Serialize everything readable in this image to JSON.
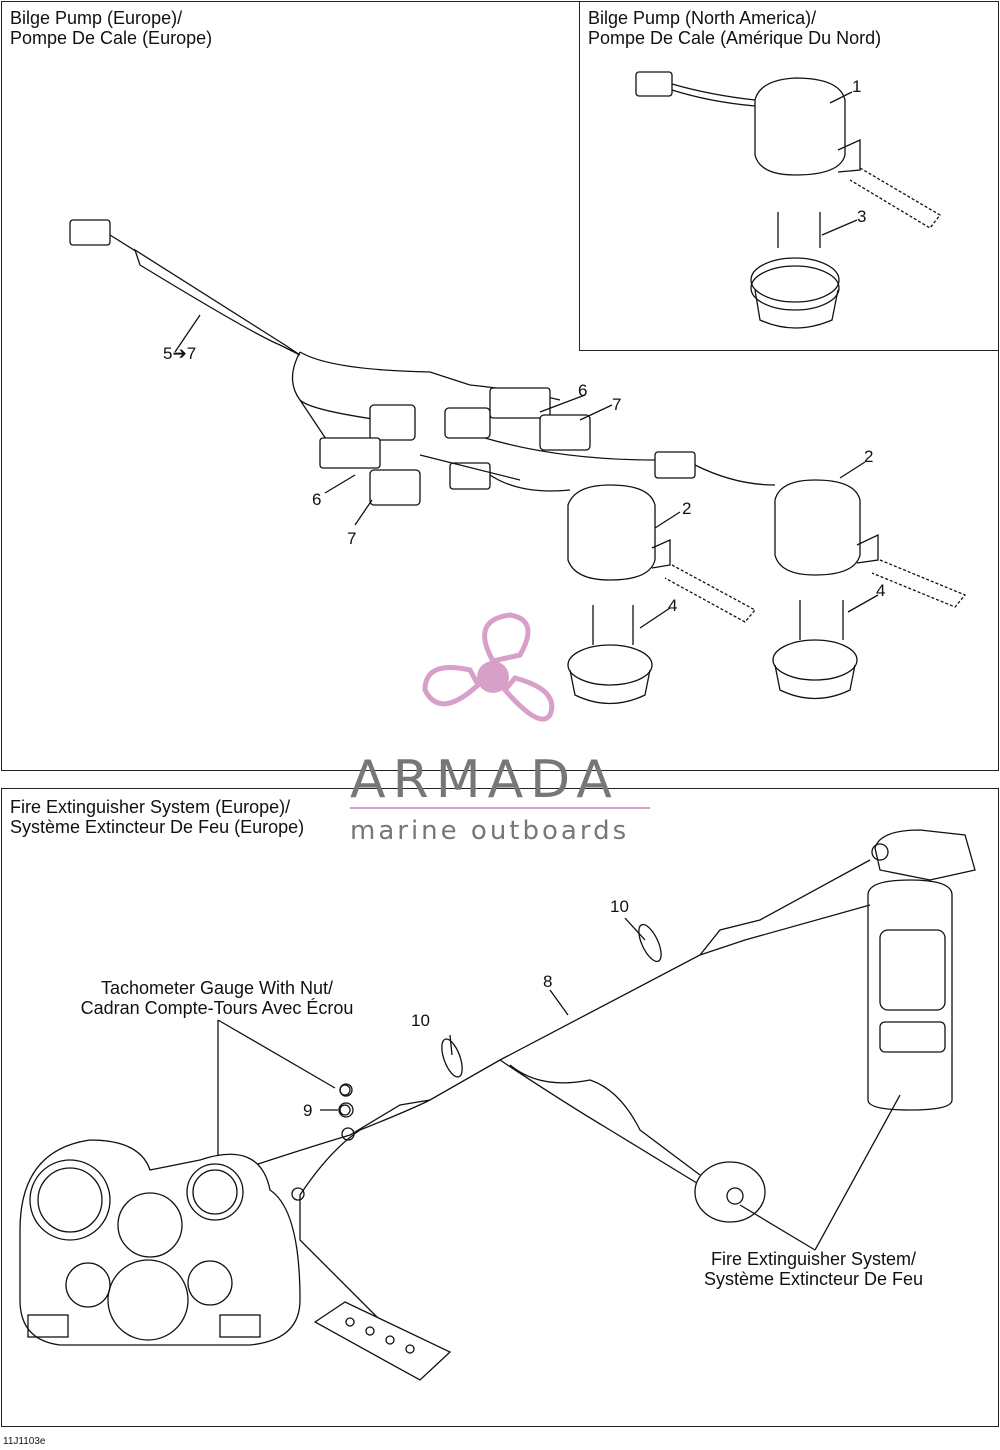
{
  "panels": {
    "bilge_europe": {
      "title": "Bilge Pump (Europe)/\nPompe De Cale (Europe)"
    },
    "bilge_na": {
      "title": "Bilge Pump (North America)/\nPompe De Cale (Amérique Du Nord)"
    },
    "fire": {
      "title": "Fire Extinguisher System (Europe)/\nSystème Extincteur De Feu (Europe)"
    }
  },
  "callouts": {
    "n1": "1",
    "n2a": "2",
    "n2b": "2",
    "n3": "3",
    "n4a": "4",
    "n4b": "4",
    "n5_7": "5➔7",
    "n6a": "6",
    "n6b": "6",
    "n7a": "7",
    "n7b": "7",
    "n8": "8",
    "n9": "9",
    "n10a": "10",
    "n10b": "10"
  },
  "captions": {
    "tach": "Tachometer Gauge With Nut/\nCadran Compte-Tours Avec Écrou",
    "fire_sys": "Fire Extinguisher System/\nSystème Extincteur De Feu"
  },
  "watermark": {
    "brand": "ARMADA",
    "tagline": "marine outboards",
    "color": "#d8a0c8"
  },
  "figure_code": "11J1103e"
}
